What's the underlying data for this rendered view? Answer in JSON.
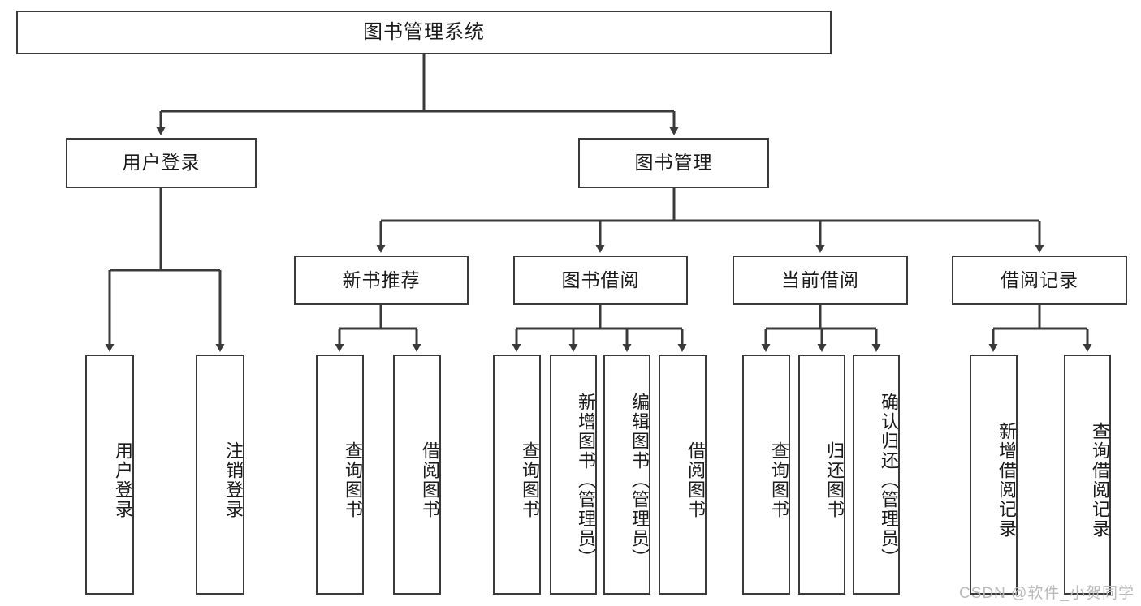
{
  "diagram": {
    "type": "tree",
    "title": "图书管理系统",
    "orientation": "top-down",
    "style": {
      "box_border_color": "#3a3a3a",
      "box_fill_color": "#ffffff",
      "connector_color": "#3a3a3a",
      "text_color": "#1a1a1a",
      "background_color": "#ffffff"
    },
    "root": {
      "label": "图书管理系统"
    },
    "level2": [
      {
        "label": "用户登录"
      },
      {
        "label": "图书管理"
      }
    ],
    "level3": [
      {
        "label": "新书推荐"
      },
      {
        "label": "图书借阅"
      },
      {
        "label": "当前借阅"
      },
      {
        "label": "借阅记录"
      }
    ],
    "leaves": {
      "user_login": [
        {
          "label": "用户登录"
        },
        {
          "label": "注销登录"
        }
      ],
      "new_book_recommend": [
        {
          "label": "查询图书"
        },
        {
          "label": "借阅图书"
        }
      ],
      "book_borrow": [
        {
          "label": "查询图书"
        },
        {
          "label": "新增图书（管理员）"
        },
        {
          "label": "编辑图书（管理员）"
        },
        {
          "label": "借阅图书"
        }
      ],
      "current_borrow": [
        {
          "label": "查询图书"
        },
        {
          "label": "归还图书"
        },
        {
          "label": "确认归还（管理员）"
        }
      ],
      "borrow_record": [
        {
          "label": "新增借阅记录"
        },
        {
          "label": "查询借阅记录"
        }
      ]
    }
  },
  "watermark": {
    "text": "CSDN @软件_小贺同学"
  }
}
